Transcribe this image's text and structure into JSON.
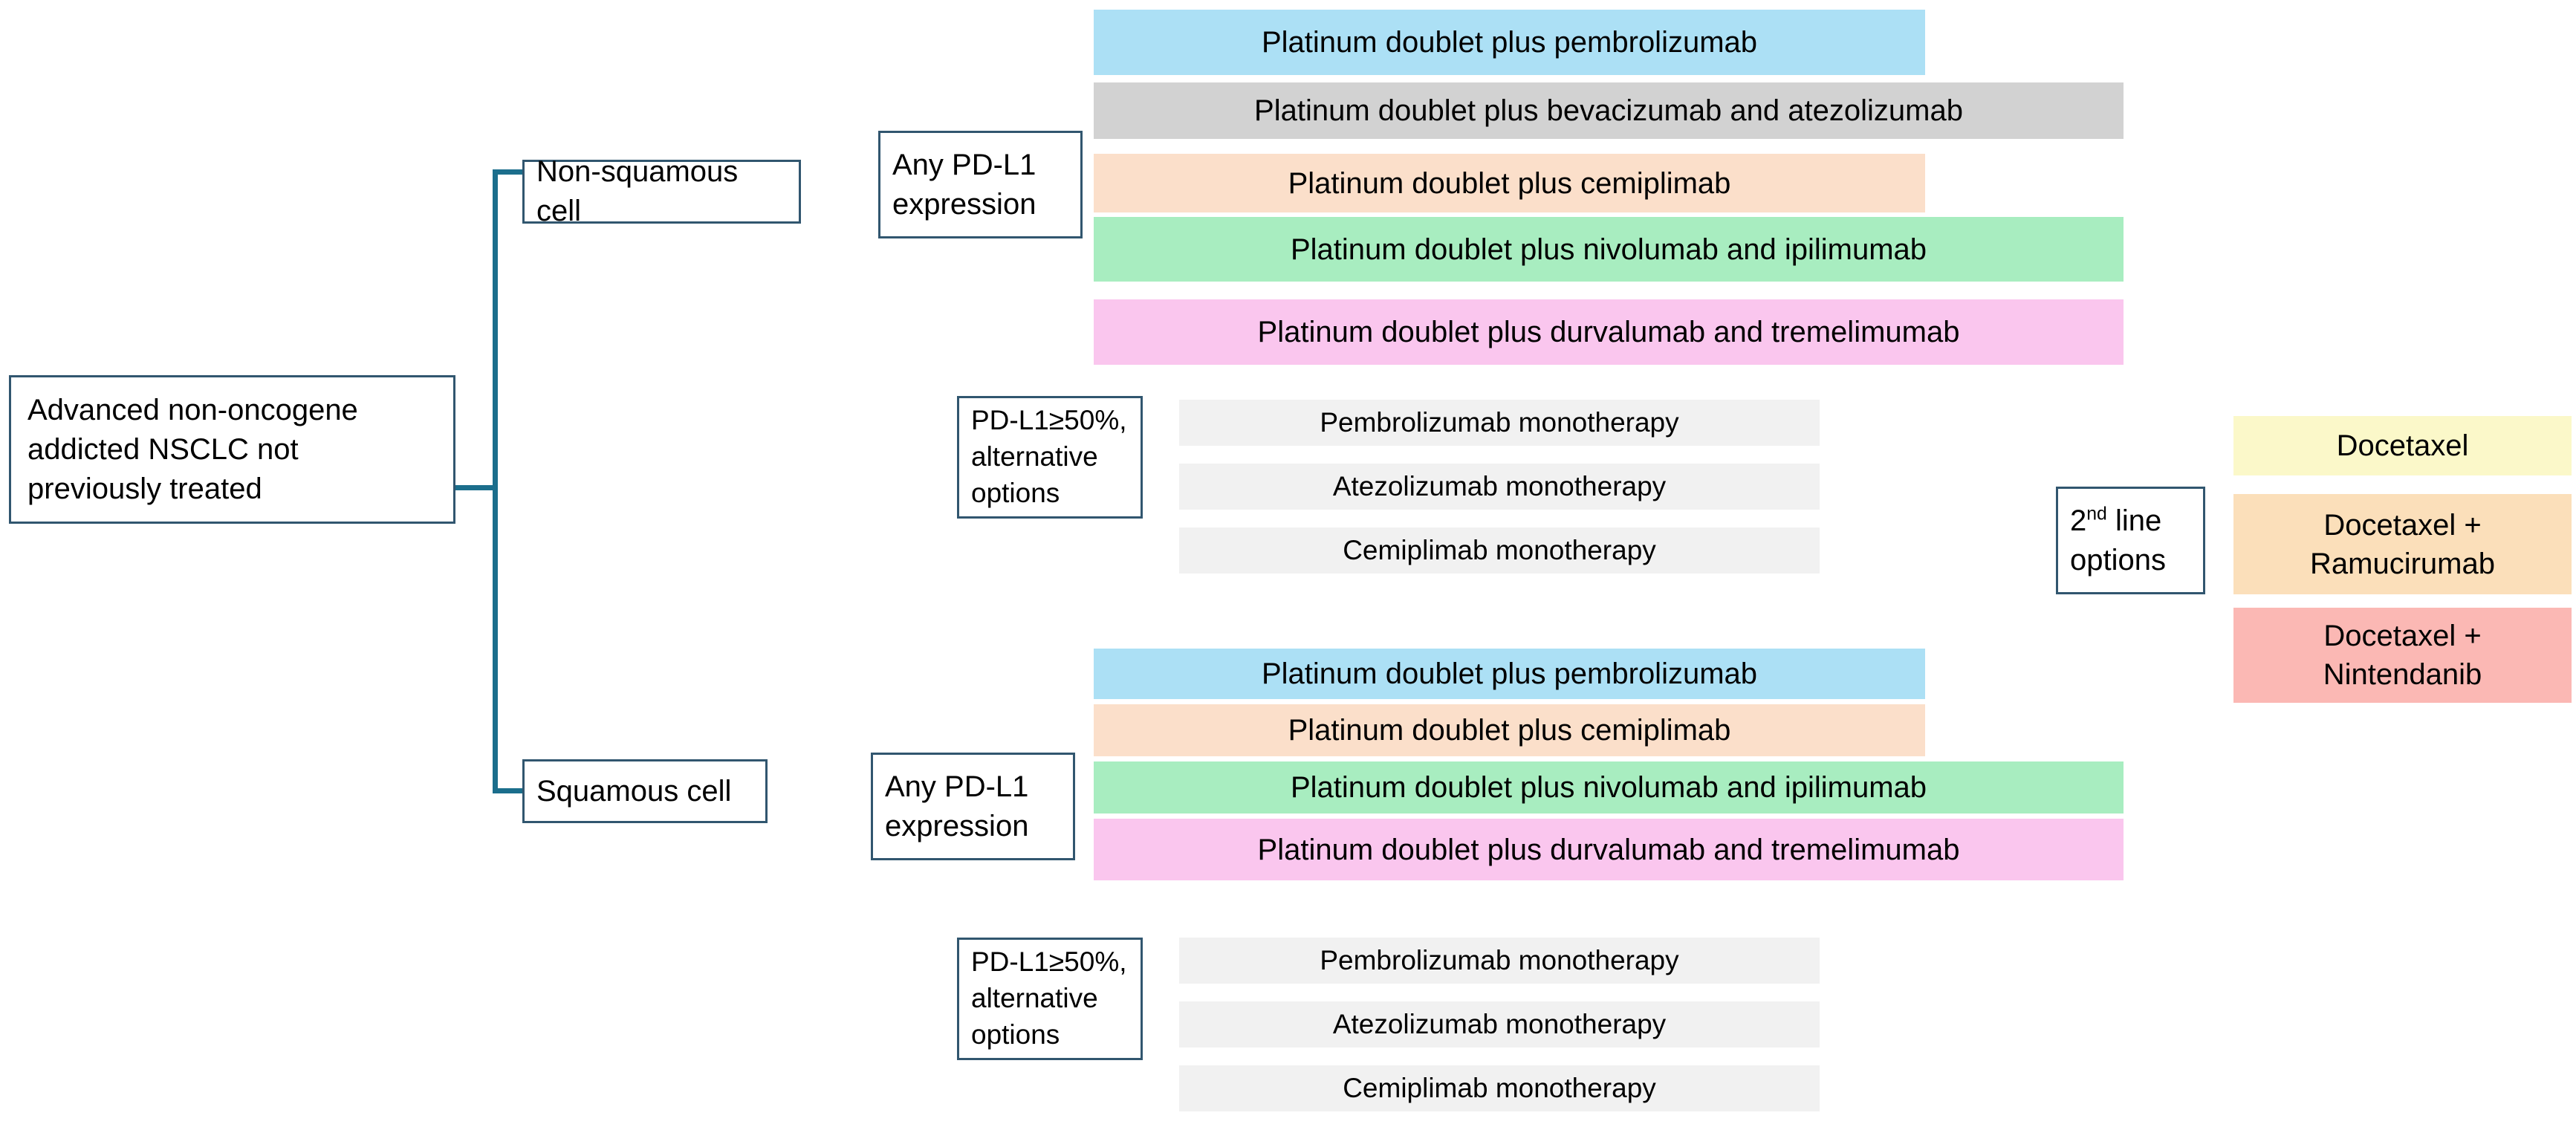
{
  "diagram": {
    "title": "NSCLC first-line and second-line treatment algorithm",
    "root": {
      "line1": "Advanced non-oncogene",
      "line2": "addicted NSCLC not",
      "line3": "previously treated"
    },
    "branches": [
      {
        "id": "non-squamous",
        "label": "Non-squamous cell",
        "groups": [
          {
            "id": "any-pdl1-nonsq",
            "label_line1": "Any PD-L1",
            "label_line2": "expression",
            "options": [
              {
                "text": "Platinum doublet plus pembrolizumab",
                "color": "#ace0f5"
              },
              {
                "text": "Platinum doublet plus bevacizumab and atezolizumab",
                "color": "#d2d2d2"
              },
              {
                "text": "Platinum doublet plus cemiplimab",
                "color": "#fbdfca"
              },
              {
                "text": "Platinum doublet plus nivolumab and ipilimumab",
                "color": "#a8edc0"
              },
              {
                "text": "Platinum doublet plus durvalumab and tremelimumab",
                "color": "#fac6ee"
              }
            ]
          },
          {
            "id": "pdl1-50-nonsq",
            "label_line1": "PD-L1≥50%,",
            "label_line2": "alternative",
            "label_line3": "options",
            "options": [
              {
                "text": "Pembrolizumab monotherapy",
                "color": "#f1f1f1"
              },
              {
                "text": "Atezolizumab monotherapy",
                "color": "#f1f1f1"
              },
              {
                "text": "Cemiplimab monotherapy",
                "color": "#f1f1f1"
              }
            ]
          }
        ]
      },
      {
        "id": "squamous",
        "label": "Squamous cell",
        "groups": [
          {
            "id": "any-pdl1-sq",
            "label_line1": "Any PD-L1",
            "label_line2": "expression",
            "options": [
              {
                "text": "Platinum doublet plus pembrolizumab",
                "color": "#ace0f5"
              },
              {
                "text": "Platinum doublet plus cemiplimab",
                "color": "#fbdfca"
              },
              {
                "text": "Platinum doublet plus nivolumab and ipilimumab",
                "color": "#a8edc0"
              },
              {
                "text": "Platinum doublet plus durvalumab and tremelimumab",
                "color": "#fac6ee"
              }
            ]
          },
          {
            "id": "pdl1-50-sq",
            "label_line1": "PD-L1≥50%,",
            "label_line2": "alternative",
            "label_line3": "options",
            "options": [
              {
                "text": "Pembrolizumab monotherapy",
                "color": "#f1f1f1"
              },
              {
                "text": "Atezolizumab monotherapy",
                "color": "#f1f1f1"
              },
              {
                "text": "Cemiplimab monotherapy",
                "color": "#f1f1f1"
              }
            ]
          }
        ]
      }
    ],
    "second_line": {
      "label_prefix": "2",
      "label_sup": "nd",
      "label_suffix": " line",
      "label_line2": "options",
      "options": [
        {
          "line1": "Docetaxel",
          "line2": "",
          "color": "#fbf8c9"
        },
        {
          "line1": "Docetaxel +",
          "line2": "Ramucirumab",
          "color": "#fbdfba"
        },
        {
          "line1": "Docetaxel +",
          "line2": "Nintendanib",
          "color": "#fbb8b4"
        }
      ]
    },
    "colors": {
      "border": "#31566f",
      "connector": "#1b6e8c",
      "text": "#000000",
      "background": "#ffffff"
    }
  }
}
